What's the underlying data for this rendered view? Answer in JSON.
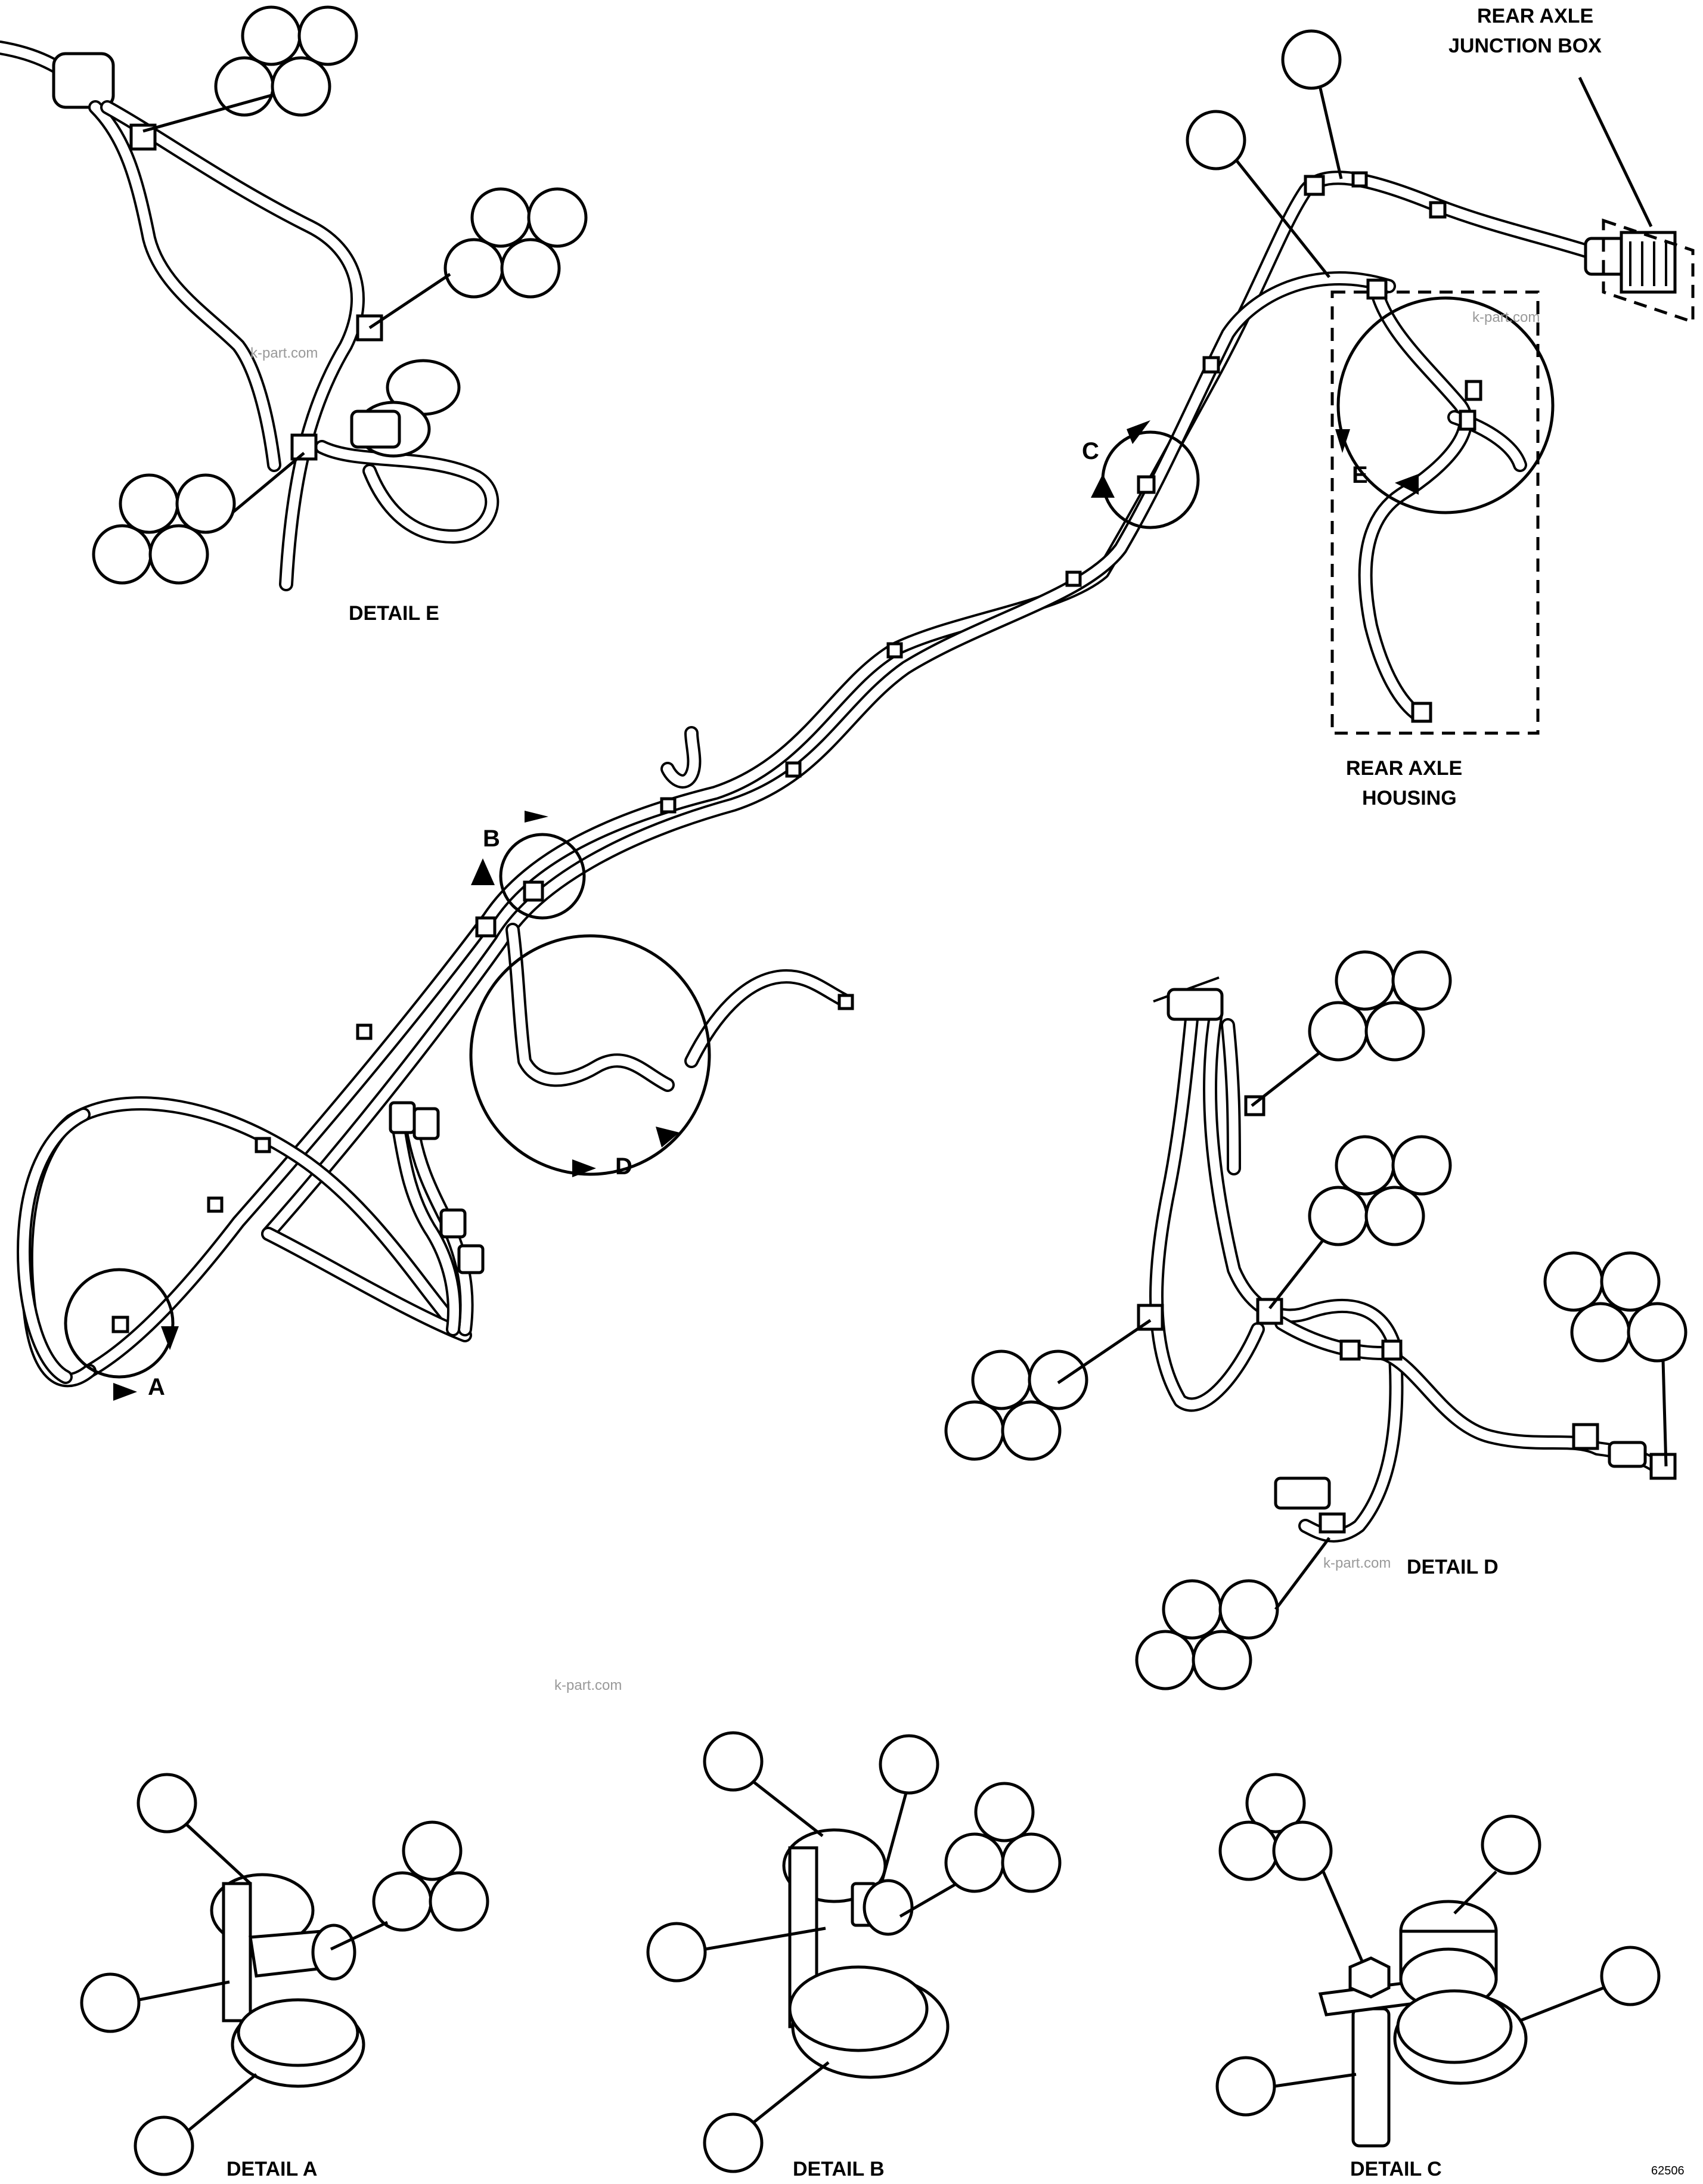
{
  "labels": {
    "rear_axle_junction_box": [
      "REAR AXLE",
      "JUNCTION BOX"
    ],
    "rear_axle_housing": [
      "REAR AXLE",
      "HOUSING"
    ],
    "detail_e": "DETAIL E",
    "detail_d": "DETAIL D",
    "detail_a": "DETAIL A",
    "detail_b": "DETAIL B",
    "detail_c": "DETAIL C",
    "view_a": "A",
    "view_b": "B",
    "view_c": "C",
    "view_d": "D",
    "view_e": "E",
    "figure_number": "62506"
  },
  "watermarks": [
    "k-part.com",
    "k-part.com",
    "k-part.com",
    "k-part.com"
  ]
}
